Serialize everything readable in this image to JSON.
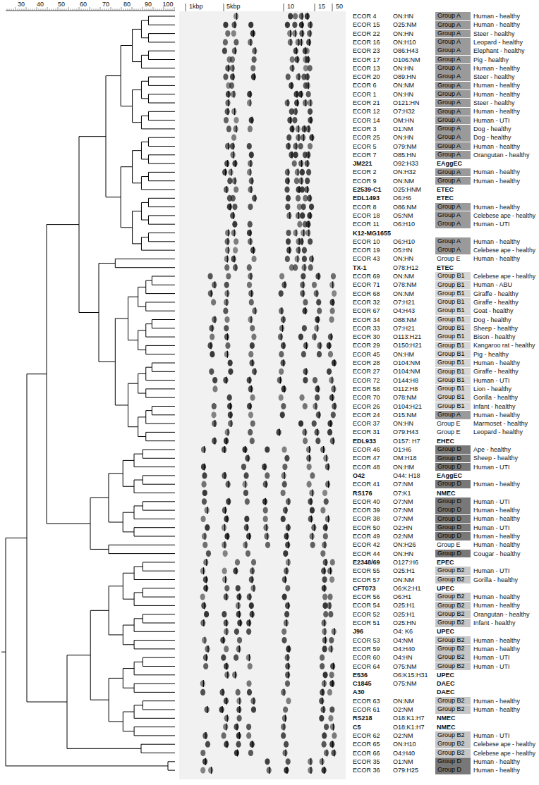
{
  "diagram": {
    "nodes": [
      {
        "text": [
          "Group A"
        ]
      },
      {
        "text": [
          "Group A"
        ]
      },
      {
        "text": [
          "Group A"
        ]
      },
      {
        "text": [
          "Group A"
        ]
      },
      {
        "text": [
          "Group A"
        ]
      },
      {
        "text": [
          "Group A"
        ]
      },
      {
        "text": [
          "Group A"
        ]
      },
      {
        "text": [
          "Group A"
        ]
      },
      {
        "text": [
          "Group A"
        ]
      },
      {
        "text": [
          "Group A"
        ]
      },
      {
        "text": [
          "Group A"
        ]
      },
      {
        "text": [
          "Group A"
        ]
      },
      {
        "text": [
          "Group A"
        ]
      },
      {
        "text": [
          "Group A"
        ]
      },
      {
        "text": [
          "Group A"
        ]
      },
      {
        "text": [
          "Group A"
        ]
      },
      {
        "text": [
          "Group A"
        ]
      },
      {
        "text": [
          "Group A"
        ]
      },
      {
        "text": [
          "Group A"
        ]
      },
      {
        "text": [
          "Group A"
        ]
      },
      {
        "text": [
          "Group A"
        ]
      },
      {
        "text": [
          "Group A"
        ]
      },
      {
        "text": [
          "Group A"
        ]
      },
      {
        "text": [
          "Group A"
        ]
      },
      {
        "text": [
          "Group B1"
        ]
      },
      {
        "text": [
          "Group B1"
        ]
      },
      {
        "text": [
          "Group B1"
        ]
      },
      {
        "text": [
          "Group B1"
        ]
      },
      {
        "text": [
          "Group B1"
        ]
      },
      {
        "text": [
          "Group B1"
        ]
      },
      {
        "text": [
          "Group B1"
        ]
      },
      {
        "text": [
          "Group B1"
        ]
      },
      {
        "text": [
          "Group B1"
        ]
      },
      {
        "text": [
          "Group B1"
        ]
      },
      {
        "text": [
          "Group B1"
        ]
      },
      {
        "text": [
          "Group B1"
        ]
      },
      {
        "text": [
          "Group B1"
        ]
      },
      {
        "text": [
          "Group B1"
        ]
      },
      {
        "text": [
          "Group B1"
        ]
      },
      {
        "text": [
          "Group B1"
        ]
      },
      {
        "text": [
          "Group A"
        ]
      },
      {
        "text": [
          "Group D"
        ]
      },
      {
        "text": [
          "Group D"
        ]
      },
      {
        "text": [
          "Group D"
        ]
      },
      {
        "text": [
          "Group D"
        ]
      },
      {
        "text": [
          "Group D"
        ]
      },
      {
        "text": [
          "Group D"
        ]
      },
      {
        "text": [
          "Group D"
        ]
      },
      {
        "text": [
          "Group D"
        ]
      },
      {
        "text": [
          "Group D"
        ]
      },
      {
        "text": [
          "Group D"
        ]
      },
      {
        "text": [
          "Group B2"
        ]
      },
      {
        "text": [
          "Group B2"
        ]
      },
      {
        "text": [
          "Group B2"
        ]
      },
      {
        "text": [
          "Group B2"
        ]
      },
      {
        "text": [
          "Group B2"
        ]
      },
      {
        "text": [
          "Group B2"
        ]
      },
      {
        "text": [
          "Group B2"
        ]
      },
      {
        "text": [
          "Group B2"
        ]
      },
      {
        "text": [
          "Group B2"
        ]
      },
      {
        "text": [
          "Group B2"
        ]
      },
      {
        "text": [
          "Group B2"
        ]
      },
      {
        "text": [
          "Group B2"
        ]
      },
      {
        "text": [
          "Group B2"
        ]
      },
      {
        "text": [
          "Group B2"
        ]
      },
      {
        "text": [
          "Group B2"
        ]
      },
      {
        "text": [
          "Group D"
        ]
      },
      {
        "text": [
          "Group D"
        ]
      }
    ],
    "labels": [
      "30",
      "40",
      "50",
      "60",
      "70",
      "80",
      "90",
      "100",
      "1kbp",
      "5kbp",
      "10",
      "15",
      "50",
      "ECOR 4",
      "ON:HN",
      "Human - healthy",
      "ECOR 15",
      "O25:NM",
      "Human - healthy",
      "ECOR 22",
      "ON:HN",
      "Steer - healthy",
      "ECOR 16",
      "ON:H10",
      "Leopard - healthy",
      "ECOR 23",
      "O86:H43",
      "Elephant - healthy",
      "ECOR 17",
      "O106:NM",
      "Pig - healthy",
      "ECOR 13",
      "ON:HN",
      "Human - healthy",
      "ECOR 20",
      "O89:HN",
      "Steer - healthy",
      "ECOR 6",
      "ON:NM",
      "Human - healthy",
      "ECOR 1",
      "ON:HN",
      "Human - healthy",
      "ECOR 21",
      "O121:HN",
      "Steer - healthy",
      "ECOR 12",
      "O7:H32",
      "Human - healthy",
      "ECOR 14",
      "OM:HN",
      "Human - UTI",
      "ECOR 3",
      "O1:NM",
      "Dog - healthy",
      "ECOR 25",
      "ON:HN",
      "Dog - healthy",
      "ECOR 5",
      "O79:NM",
      "Human - healthy",
      "ECOR 7",
      "O85:HN",
      "Orangutan - healthy",
      "JM221",
      "O92:H33",
      "EAggEC",
      "ECOR 2",
      "ON:H32",
      "Human - healthy",
      "ECOR 9",
      "ON:NM",
      "Human - healthy",
      "E2539-C1",
      "O25:HNM",
      "ETEC",
      "EDL1493",
      "O6:H6",
      "ETEC",
      "ECOR 8",
      "O86:NM",
      "Human - healthy",
      "ECOR 18",
      "O5:NM",
      "Celebese ape - healthy",
      "ECOR 11",
      "O6:H10",
      "Human - UTI",
      "K12-MG1655",
      "ECOR 10",
      "O6:H10",
      "Human - healthy",
      "ECOR 19",
      "O5:HN",
      "Celebese ape - healthy",
      "ECOR 43",
      "ON:HN",
      "Group E",
      "Human - healthy",
      "TX-1",
      "O78:H12",
      "ETEC",
      "ECOR 69",
      "ON:NM",
      "Celebese ape - healthy",
      "ECOR 71",
      "O78:NM",
      "Human - ABU",
      "ECOR 68",
      "ON:NM",
      "Giraffe - healthy",
      "ECOR 32",
      "O7:H21",
      "Giraffe - healthy",
      "ECOR 67",
      "O4:H43",
      "Goat - healthy",
      "ECOR 34",
      "O88:NM",
      "Dog - healthy",
      "ECOR 33",
      "O7:H21",
      "Sheep - healthy",
      "ECOR 30",
      "O113:H21",
      "Bison - healthy",
      "ECOR 29",
      "O150:H21",
      "Kangaroo rat - healthy",
      "ECOR 45",
      "ON:HM",
      "Pig - healthy",
      "ECOR 28",
      "O104:NM",
      "Human - healthy",
      "ECOR 27",
      "O104:NM",
      "Giraffe - healthy",
      "ECOR 72",
      "O144:H8",
      "Human - UTI",
      "ECOR 58",
      "O112:H8",
      "Lion - healthy",
      "ECOR 70",
      "O78:NM",
      "Gorilla - healthy",
      "ECOR 26",
      "O104:H21",
      "Infant - healthy",
      "ECOR 24",
      "O15:NM",
      "Human - healthy",
      "ECOR 37",
      "ON:HN",
      "Group E",
      "Marmoset - healthy",
      "ECOR 31",
      "O79:H43",
      "Group E",
      "Leopard - healthy",
      "EDL933",
      "O157: H7",
      "EHEC",
      "ECOR 46",
      "O1:H6",
      "Ape - healthy",
      "ECOR 47",
      "OM:H18",
      "Sheep - healthy",
      "ECOR 48",
      "ON:HM",
      "Human - UTI",
      "O42",
      "O44: H18",
      "EAggEC",
      "ECOR 41",
      "O7:NM",
      "Human - healthy",
      "RS176",
      "O7:K1",
      "NMEC",
      "ECOR 40",
      "O7:NM",
      "Human - UTI",
      "ECOR 39",
      "O7:NM",
      "Human - healthy",
      "ECOR 38",
      "O7:NM",
      "Human - healthy",
      "ECOR 50",
      "O2:HN",
      "Human - UTI",
      "ECOR 49",
      "O2:NM",
      "Human - healthy",
      "ECOR 42",
      "ON:H26",
      "Group E",
      "Human - healthy",
      "ECOR 44",
      "ON:HN",
      "Cougar - healthy",
      "E2348/69",
      "O127:H6",
      "EPEC",
      "ECOR 55",
      "O25:H1",
      "Human - UTI",
      "ECOR 57",
      "ON:NM",
      "Gorilla - healthy",
      "CFT073",
      "O6:K2:H1",
      "UPEC",
      "ECOR 56",
      "O6:H1",
      "Human - healthy",
      "ECOR 54",
      "O25:H1",
      "Human - healthy",
      "ECOR 52",
      "O25:H1",
      "Orangutan - healthy",
      "ECOR 51",
      "O25:HN",
      "Infant - healthy",
      "J96",
      "O4: K6",
      "UPEC",
      "ECOR 53",
      "O4:NM",
      "Human - healthy",
      "ECOR 59",
      "O4:H40",
      "Human - healthy",
      "ECOR 60",
      "O4:HN",
      "Human - UTI",
      "ECOR 64",
      "O75:NM",
      "Human - UTI",
      "E536",
      "O6:K15:H31",
      "UPEC",
      "C1845",
      "O75:NM",
      "DAEC",
      "A30",
      "DAEC",
      "ECOR 63",
      "ON:NM",
      "Human - healthy",
      "ECOR 61",
      "O2:NM",
      "Human - healthy",
      "RS218",
      "O18:K1:H7",
      "NMEC",
      "C5",
      "O18:K1:H7",
      "NMEC",
      "ECOR 62",
      "O2:NM",
      "Human - UTI",
      "ECOR 65",
      "ON:H10",
      "Celebese ape - healthy",
      "ECOR 66",
      "O4:H40",
      "Celebese ape - healthy",
      "ECOR 35",
      "O1:NM",
      "Human - healthy",
      "ECOR 36",
      "O79:H25",
      "Human - healthy"
    ]
  }
}
